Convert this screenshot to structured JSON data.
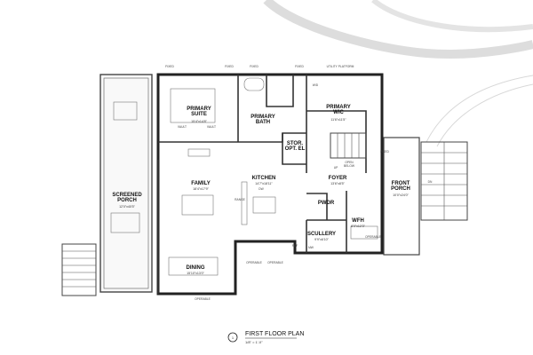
{
  "rooms": {
    "primary_suite": {
      "name": [
        "PRIMARY",
        "SUITE"
      ],
      "dim": "15'4\"x14'8\""
    },
    "primary_bath": {
      "name": [
        "PRIMARY",
        "BATH"
      ]
    },
    "primary_wic": {
      "name": [
        "PRIMARY",
        "WIC"
      ],
      "dim": "11'6\"x11'5\""
    },
    "stor_opt_el": {
      "name": [
        "STOR.",
        "OPT. EL"
      ]
    },
    "family": {
      "name": "FAMILY",
      "dim": "18'4\"x17'9\""
    },
    "kitchen": {
      "name": "KITCHEN",
      "dim": "14'7\"x18'11\""
    },
    "foyer": {
      "name": "FOYER",
      "dim": "13'6\"x8'5\""
    },
    "front_porch": {
      "name": [
        "FRONT",
        "PORCH"
      ],
      "dim": "10'0\"x24'0\""
    },
    "screened_porch": {
      "name": [
        "SCREENED",
        "PORCH"
      ],
      "dim": "12'0\"x40'5\""
    },
    "pwdr": {
      "name": "PWDR"
    },
    "wfh": {
      "name": "WFH",
      "dim": "8'0\"x12'3\""
    },
    "scullery": {
      "name": "SCULLERY",
      "dim": "9'9\"x6'10\""
    },
    "dining": {
      "name": "DINING",
      "dim": "15'10\"x13'0\""
    }
  },
  "notes": {
    "fixed": "FIXED",
    "operable": "OPERABLE",
    "utility_platform": "UTILITY PLATFORM",
    "vault": "VAULT",
    "wd": "W/D",
    "open_below": [
      "OPEN",
      "BELOW"
    ],
    "up": "UP",
    "range": "RANGE",
    "dw": "DW",
    "ref": "REF",
    "mw": "MW",
    "dn": "DN"
  },
  "title_block": {
    "number": "1",
    "title": "FIRST FLOOR PLAN",
    "scale": "1/8\" = 1'-0\""
  }
}
